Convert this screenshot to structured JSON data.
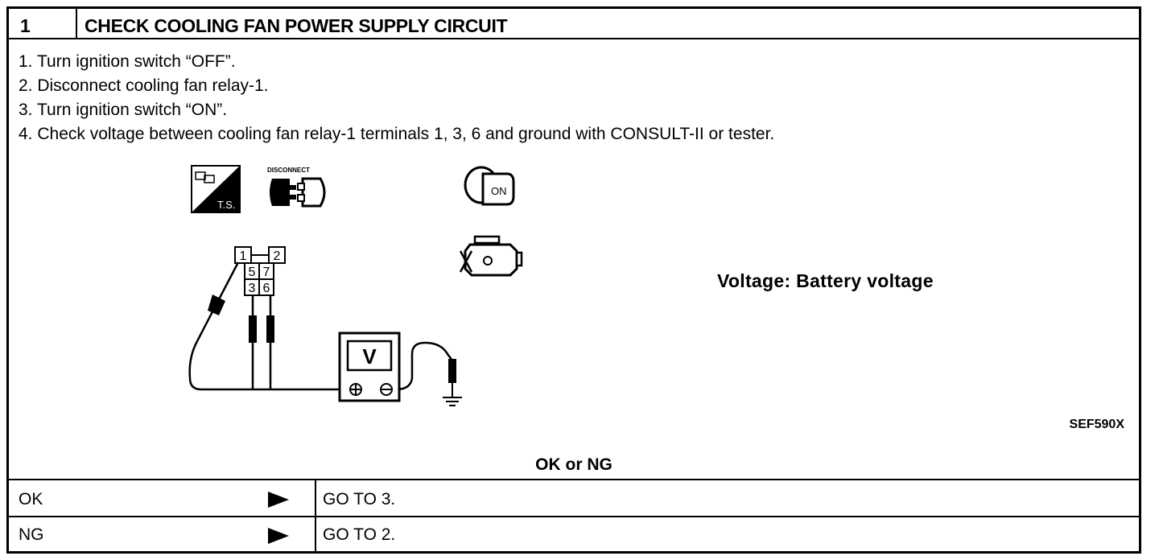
{
  "header": {
    "step_number": "1",
    "title": "CHECK COOLING FAN POWER SUPPLY CIRCUIT"
  },
  "procedure": {
    "steps": [
      "1. Turn ignition switch “OFF”.",
      "2. Disconnect cooling fan relay-1.",
      "3. Turn ignition switch “ON”.",
      "4. Check voltage between cooling fan relay-1 terminals 1, 3, 6 and ground with CONSULT-II or tester."
    ]
  },
  "figure": {
    "disconnect_label": "DISCONNECT",
    "ts_label": "T.S.",
    "on_label": "ON",
    "meter_label": "V",
    "terminals": [
      "1",
      "2",
      "5",
      "7",
      "3",
      "6"
    ],
    "spec": "Voltage:  Battery  voltage",
    "figure_id": "SEF590X"
  },
  "result": {
    "question": "OK or NG",
    "rows": [
      {
        "label": "OK",
        "action": "GO TO 3."
      },
      {
        "label": "NG",
        "action": "GO TO 2."
      }
    ]
  }
}
